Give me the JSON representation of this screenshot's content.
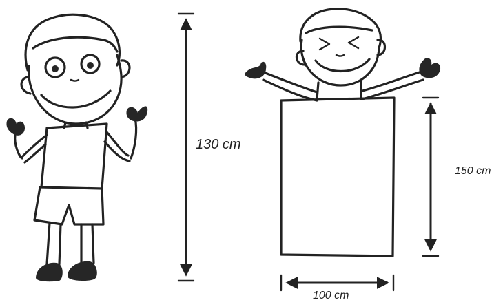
{
  "diagram": {
    "labels": {
      "child_height": "130 cm",
      "bag_height": "150 cm",
      "bag_width": "100 cm"
    }
  }
}
